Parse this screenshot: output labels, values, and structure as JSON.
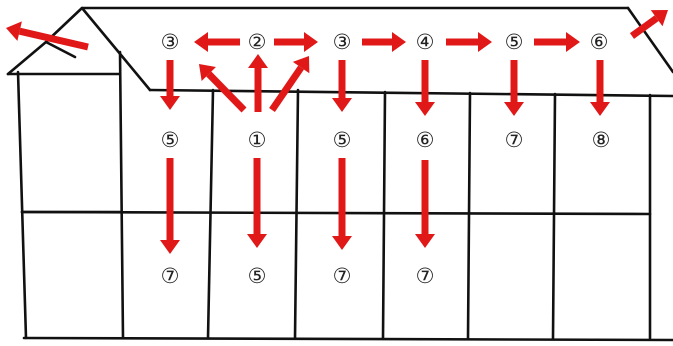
{
  "diagram": {
    "description_hidden": "",
    "accent_color": "#e01818",
    "line_color": "#111111",
    "labels": [
      {
        "id": "l-top-1",
        "text": "③"
      },
      {
        "id": "l-top-2",
        "text": "②"
      },
      {
        "id": "l-top-3",
        "text": "③"
      },
      {
        "id": "l-top-4",
        "text": "④"
      },
      {
        "id": "l-top-5",
        "text": "⑤"
      },
      {
        "id": "l-top-6",
        "text": "⑥"
      },
      {
        "id": "l-mid-1",
        "text": "⑤"
      },
      {
        "id": "l-mid-2",
        "text": "①"
      },
      {
        "id": "l-mid-3",
        "text": "⑤"
      },
      {
        "id": "l-mid-4",
        "text": "⑥"
      },
      {
        "id": "l-mid-5",
        "text": "⑦"
      },
      {
        "id": "l-mid-6",
        "text": "⑧"
      },
      {
        "id": "l-bot-1",
        "text": "⑦"
      },
      {
        "id": "l-bot-2",
        "text": "⑤"
      },
      {
        "id": "l-bot-3",
        "text": "⑦"
      },
      {
        "id": "l-bot-4",
        "text": "⑦"
      }
    ]
  }
}
